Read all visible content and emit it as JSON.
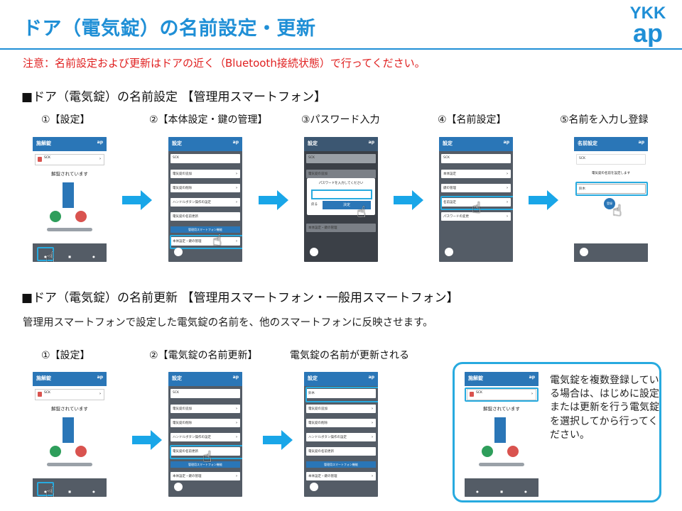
{
  "title": "ドア（電気錠）の名前設定・更新",
  "logo": {
    "line1": "YKK",
    "line2": "ap"
  },
  "notice": "注意：名前設定および更新はドアの近く（Bluetooth接続状態）で行ってください。",
  "section1": {
    "heading": "■ドア（電気錠）の名前設定 【管理用スマートフォン】",
    "steps": [
      "①【設定】",
      "②【本体設定・鍵の管理】",
      "③パスワード入力",
      "④【名前設定】",
      "⑤名前を入力し登録"
    ]
  },
  "section2": {
    "heading": "■ドア（電気錠）の名前更新 【管理用スマートフォン・一般用スマートフォン】",
    "description": "管理用スマートフォンで設定した電気錠の名前を、他のスマートフォンに反映させます。",
    "steps": [
      "①【設定】",
      "②【電気錠の名前更新】",
      "電気錠の名前が更新される"
    ]
  },
  "callout": "電気錠を複数登録している場合は、はじめに設定または更新を行う電気錠を選択してから行ってください。",
  "colors": {
    "accent": "#1f8fd6",
    "notice": "#e02020",
    "arrow": "#19a6e8",
    "highlight": "#27aadf"
  }
}
